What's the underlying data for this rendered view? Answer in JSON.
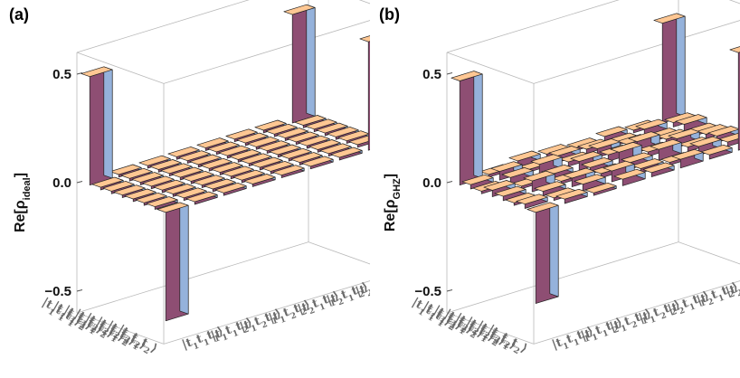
{
  "figure": {
    "colors": {
      "top": "#ffc793",
      "front_pos": "#8e4e73",
      "side_pos": "#95b2db",
      "edge": "#222222",
      "box": "#b9b9b9"
    }
  },
  "chart_data": [
    {
      "type": "bar3d",
      "panel_label": "(a)",
      "zlabel": "Re[ρ_ideal]",
      "zlabel_main": "Re[ρ",
      "zlabel_sub": "ideal",
      "zlabel_close": "]",
      "zticks": [
        "0.5",
        "0.0",
        "−0.5"
      ],
      "zlim": [
        -0.6,
        0.6
      ],
      "row_labels": [
        "|t1t1t1⟩",
        "|t1t1t2⟩",
        "|t1t2t1⟩",
        "|t1t2t2⟩",
        "|t2t1t1⟩",
        "|t2t1t2⟩",
        "|t2t2t1⟩",
        "|t2t2t2⟩"
      ],
      "col_labels": [
        "|t1t1t1⟩",
        "|t1t1t2⟩",
        "|t1t2t1⟩",
        "|t1t2t2⟩",
        "|t2t1t1⟩",
        "|t2t1t2⟩",
        "|t2t2t1⟩",
        "|t2t2t2⟩"
      ],
      "values": [
        [
          0.5,
          0,
          0,
          0,
          0,
          0,
          0,
          0.5
        ],
        [
          0,
          0,
          0,
          0,
          0,
          0,
          0,
          0
        ],
        [
          0,
          0,
          0,
          0,
          0,
          0,
          0,
          0
        ],
        [
          0,
          0,
          0,
          0,
          0,
          0,
          0,
          0
        ],
        [
          0,
          0,
          0,
          0,
          0,
          0,
          0,
          0
        ],
        [
          0,
          0,
          0,
          0,
          0,
          0,
          0,
          0
        ],
        [
          0,
          0,
          0,
          0,
          0,
          0,
          0,
          0
        ],
        [
          -0.5,
          0,
          0,
          0,
          0,
          0,
          0,
          0.5
        ]
      ]
    },
    {
      "type": "bar3d",
      "panel_label": "(b)",
      "zlabel": "Re[ρ_GHZ]",
      "zlabel_main": "Re[ρ",
      "zlabel_sub": "GHZ",
      "zlabel_close": "]",
      "zticks": [
        "0.5",
        "0.0",
        "−0.5"
      ],
      "zlim": [
        -0.6,
        0.6
      ],
      "row_labels": [
        "|t1t1t1⟩",
        "|t1t1t2⟩",
        "|t1t2t1⟩",
        "|t1t2t2⟩",
        "|t2t1t1⟩",
        "|t2t1t2⟩",
        "|t2t2t1⟩",
        "|t2t2t2⟩"
      ],
      "col_labels": [
        "|t1t1t1⟩",
        "|t1t1t2⟩",
        "|t1t2t1⟩",
        "|t1t2t2⟩",
        "|t2t1t1⟩",
        "|t2t1t2⟩",
        "|t2t2t1⟩",
        "|t2t2t2⟩"
      ],
      "values": [
        [
          0.48,
          0.01,
          0.03,
          0.02,
          0.01,
          0.02,
          0.0,
          0.46
        ],
        [
          0.02,
          0.04,
          0.01,
          0.03,
          0.02,
          0.01,
          0.03,
          0.02
        ],
        [
          0.01,
          0.03,
          0.05,
          0.02,
          0.04,
          0.02,
          0.01,
          0.03
        ],
        [
          0.03,
          0.01,
          0.02,
          0.04,
          0.03,
          0.05,
          0.02,
          0.01
        ],
        [
          0.02,
          0.05,
          0.01,
          0.03,
          0.06,
          0.02,
          0.04,
          0.02
        ],
        [
          0.01,
          0.02,
          0.04,
          0.02,
          0.03,
          0.05,
          0.02,
          0.03
        ],
        [
          0.02,
          0.01,
          0.03,
          0.05,
          0.02,
          0.01,
          0.04,
          0.02
        ],
        [
          -0.42,
          0.02,
          0.01,
          0.03,
          0.02,
          0.04,
          0.02,
          0.45
        ]
      ]
    }
  ]
}
